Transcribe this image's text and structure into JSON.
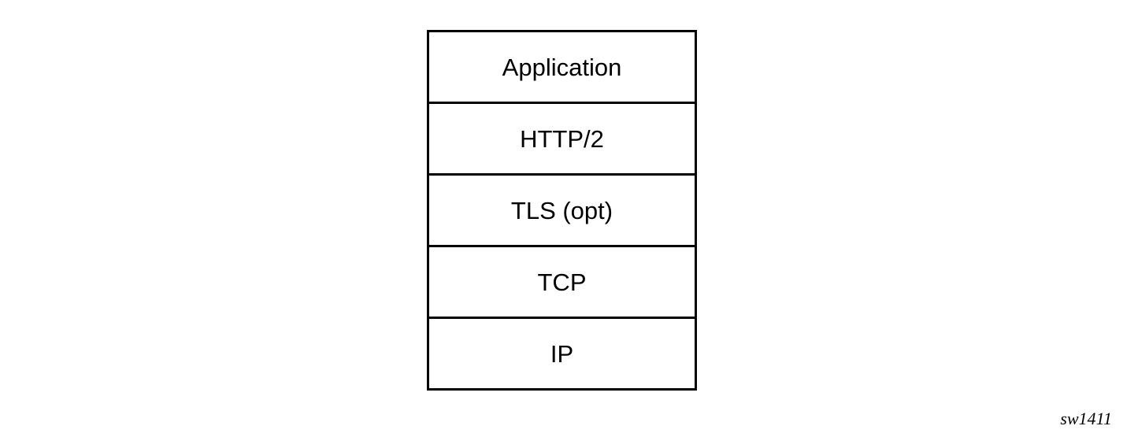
{
  "diagram": {
    "layers": [
      "Application",
      "HTTP/2",
      "TLS (opt)",
      "TCP",
      "IP"
    ],
    "figure_id": "sw1411"
  }
}
